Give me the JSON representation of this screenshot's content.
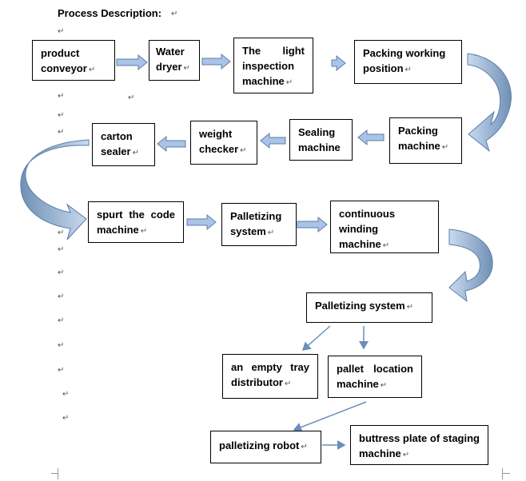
{
  "title": "Process Description:",
  "return_mark": "↵",
  "boxes": {
    "product_conveyor": "product conveyor",
    "water_dryer": "Water dryer",
    "light_inspection": "The light inspection machine",
    "packing_working_position": "Packing working position",
    "packing_machine": "Packing machine",
    "sealing_machine": "Sealing machine",
    "weight_checker": "weight checker",
    "carton_sealer": "carton sealer",
    "spurt_code_machine": "spurt the code machine",
    "palletizing_system_1": "Palletizing system",
    "continuous_winding": "continuous winding machine",
    "palletizing_system_2": "Palletizing system",
    "empty_tray_distributor": "an empty tray distributor",
    "pallet_location_machine": "pallet location machine",
    "palletizing_robot": "palletizing robot",
    "buttress_plate_staging": "buttress plate of staging machine"
  },
  "colors": {
    "arrow_fill": "#a9c4e6",
    "arrow_stroke": "#5b7ea8",
    "curve_dark": "#7090b5",
    "curve_light": "#c9daf0",
    "thin_arrow": "#6a8fba"
  }
}
